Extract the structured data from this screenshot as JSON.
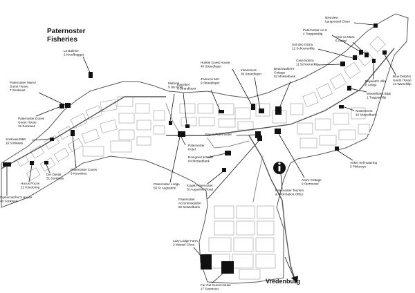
{
  "map": {
    "area_title_line1": "Paternoster",
    "area_title_line2": "Fisheries",
    "destination": "Vredenburg",
    "info_icon": "information-icon",
    "places": [
      {
        "id": "nieuview",
        "l1": "Nieuview",
        "l2": "Langstrand Close"
      },
      {
        "id": "paternoster-on-c",
        "l1": "Paternoster-on-C",
        "l2": "4 Trappiesklip"
      },
      {
        "id": "ceol-na-mara",
        "l1": "Ceol na Mara",
        "l2": "5 Ambyl"
      },
      {
        "id": "soli-deo-gloria",
        "l1": "Soli deo Gloria",
        "l2": "12 Schoonerklip"
      },
      {
        "id": "casa-nostra",
        "l1": "Casa Nostra",
        "l2": "11 Schoonerklip"
      },
      {
        "id": "baywatch-villa",
        "l1": "Baywatch Villa",
        "l2": "6 Ambyl"
      },
      {
        "id": "blue-dolphin",
        "l1": "Blue Dolphin",
        "l2": "Guest House",
        "l3": "12 Warrelklip"
      },
      {
        "id": "la-baleine",
        "l1": "La Baleine",
        "l2": "2 Kreefbaggat"
      },
      {
        "id": "paternoster-manor",
        "l1": "Paternoster Manor",
        "l2": "Guest House",
        "l3": "7 Sonkwas"
      },
      {
        "id": "hoekie",
        "l1": "Hoekie Guest House",
        "l2": "40 Strandloper"
      },
      {
        "id": "inkommers",
        "l1": "Inkommers",
        "l2": "39 Strandloper"
      },
      {
        "id": "beachwalker",
        "l1": "Beachwalker's",
        "l2": "Cottage",
        "l3": "52 Mosselbank"
      },
      {
        "id": "mosselbank-bb",
        "l1": "Mosselbank B&B",
        "l2": "1 Trappiesklip"
      },
      {
        "id": "malmok",
        "l1": "Malmok",
        "l2": "9 Die Kom"
      },
      {
        "id": "katonkel",
        "l1": "Katonkel",
        "l2": "8 Strandloper"
      },
      {
        "id": "jaime-la-mer",
        "l1": "J'aime la Mer",
        "l2": "9 Strandloper"
      },
      {
        "id": "nostersnest",
        "l1": "Nostersnest",
        "l2": "10 Mosselbank"
      },
      {
        "id": "paternoster-dunes",
        "l1": "Paternoster Dunes",
        "l2": "Guest House",
        "l3": "18 Sonkwas"
      },
      {
        "id": "sonkwas-bb",
        "l1": "Sonkwas B&B",
        "l2": "18 Sonkwas"
      },
      {
        "id": "stay-in-paternoster",
        "l1": "Stay in Paternoster"
      },
      {
        "id": "paternoster-hotel",
        "l1": "Paternoster",
        "l2": "Hotel"
      },
      {
        "id": "rooigoed-bella",
        "l1": "Rooigoed & Bella",
        "l2": "64 Mosselbank"
      },
      {
        "id": "paternoster-coves",
        "l1": "Paternoster Coves",
        "l2": "6 Koorsbos"
      },
      {
        "id": "die-opstal",
        "l1": "Die Opstal",
        "l2": "31 Sonkwas"
      },
      {
        "id": "hocus-pocus",
        "l1": "Hocus Pocus",
        "l2": "21 Kriedoring"
      },
      {
        "id": "oystercatchers-haven",
        "l1": "Oystercatcher's Haven",
        "l2": "48 Sonkwas"
      },
      {
        "id": "paternoster-lodge",
        "l1": "Paternoster Lodge",
        "l2": "58 St Augustine"
      },
      {
        "id": "kayak-paternoster",
        "l1": "Kayak Paternoster",
        "l2": "St Augustine Road"
      },
      {
        "id": "paternoster-accommodation",
        "l1": "Paternoster",
        "l2": "Accommodation",
        "l3": "52 Mosselbank"
      },
      {
        "id": "abes-cottage",
        "l1": "Abe's Cottage",
        "l2": "9 Stormvoel"
      },
      {
        "id": "tourism-office",
        "l1": "Paternoster Tourism",
        "l2": "& Information Office"
      },
      {
        "id": "anker-self-catering",
        "l1": "Anker Self-catering",
        "l2": "3 Pikkewyn"
      },
      {
        "id": "lazy-lodge-farm",
        "l1": "Lazy Lodge Farm",
        "l2": "3 Mossel Close"
      },
      {
        "id": "far-out-guest-house",
        "l1": "Far Out Guest House",
        "l2": "17 Seemeeu"
      }
    ]
  }
}
